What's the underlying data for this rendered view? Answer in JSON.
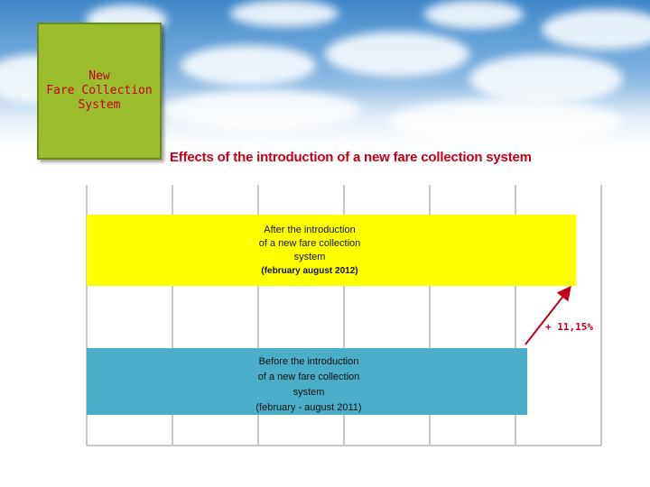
{
  "logo": {
    "lines": [
      "New",
      "Fare Collection",
      "System"
    ],
    "background": "#9cbe2c",
    "text_color": "#c2001a"
  },
  "chart_data": {
    "type": "bar",
    "orientation": "horizontal",
    "title": "Effects of the introduction of a new fare collection system",
    "categories": [
      {
        "lines": [
          "After the introduction",
          "of a new fare collection",
          "system",
          "(february   august 2012)"
        ]
      },
      {
        "lines": [
          "Before the introduction",
          "of a new fare collection",
          "system",
          "(february - august 2011)"
        ]
      }
    ],
    "relative_values": [
      1.1115,
      1.0
    ],
    "colors": [
      "#ffff00",
      "#4aaec8"
    ],
    "annotation": {
      "text": "+ 11,15%",
      "arrow_color": "#c2001a"
    },
    "grid": true,
    "gridlines": 6,
    "legend": "none"
  }
}
